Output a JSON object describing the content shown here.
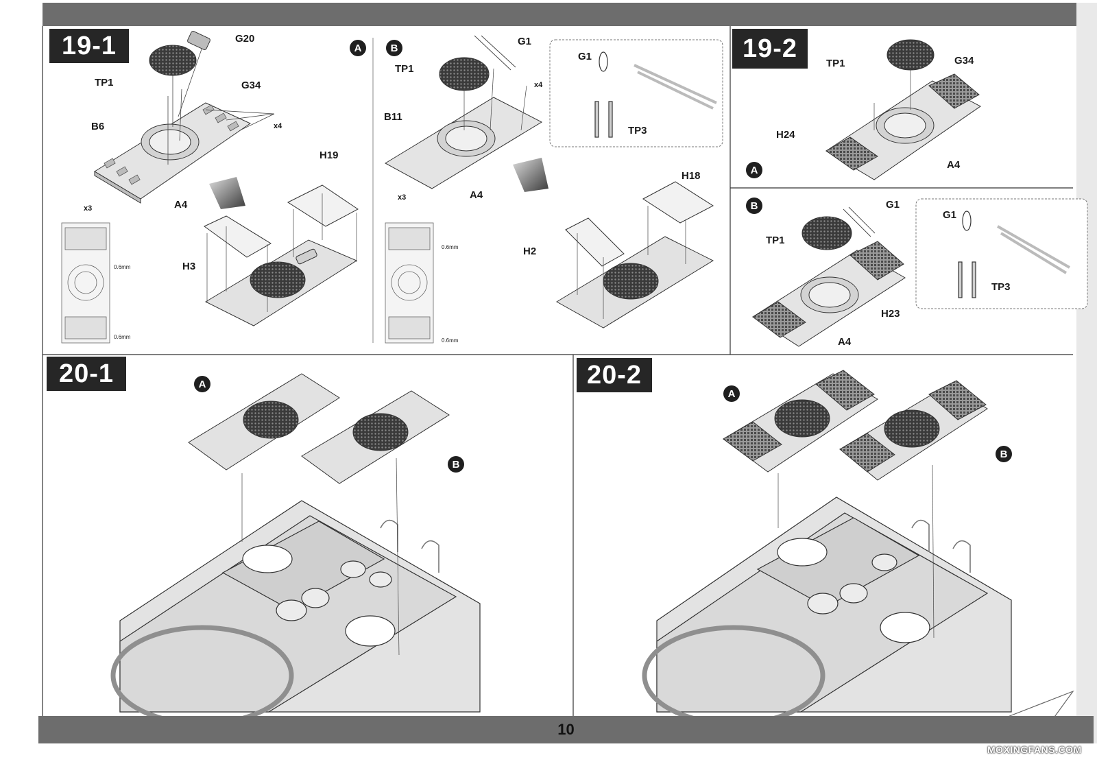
{
  "page_number": "10",
  "watermark": "MOXINGFANS.COM",
  "steps": {
    "s19_1": "19-1",
    "s19_2": "19-2",
    "s20_1": "20-1",
    "s20_2": "20-2"
  },
  "variants": {
    "a": "A",
    "b": "B"
  },
  "labels": {
    "g20": "G20",
    "tp1": "TP1",
    "g34": "G34",
    "b6": "B6",
    "x4": "x4",
    "x3": "x3",
    "a4": "A4",
    "h19": "H19",
    "h3": "H3",
    "g1": "G1",
    "b11": "B11",
    "h18": "H18",
    "h2": "H2",
    "tp3": "TP3",
    "h24": "H24",
    "h23": "H23",
    "drill": "0.6mm"
  }
}
